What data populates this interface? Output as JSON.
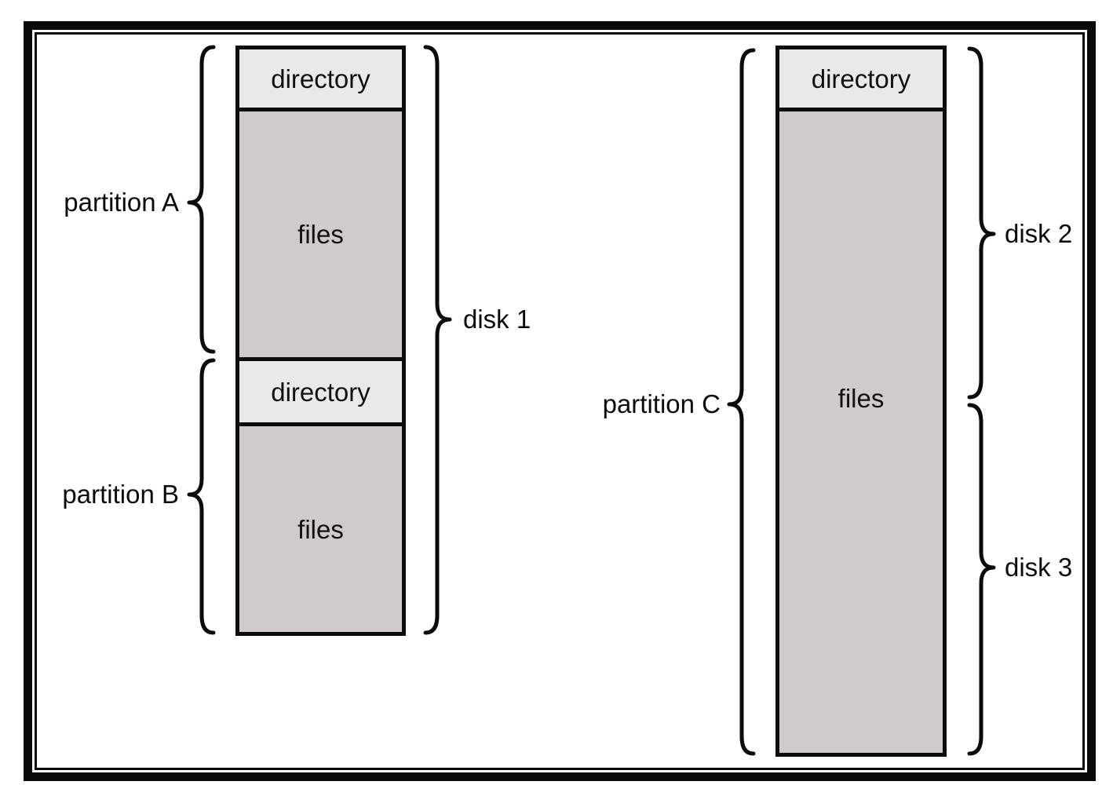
{
  "left_stack": {
    "directory1": "directory",
    "files1": "files",
    "directory2": "directory",
    "files2": "files"
  },
  "right_stack": {
    "directory": "directory",
    "files": "files"
  },
  "labels": {
    "partition_a": "partition A",
    "partition_b": "partition B",
    "partition_c": "partition C",
    "disk1": "disk 1",
    "disk2": "disk 2",
    "disk3": "disk 3"
  },
  "colors": {
    "directory_fill": "#e9e9e9",
    "files_fill": "#cfcbcd",
    "line": "#0b0b0b",
    "background": "#ffffff"
  }
}
